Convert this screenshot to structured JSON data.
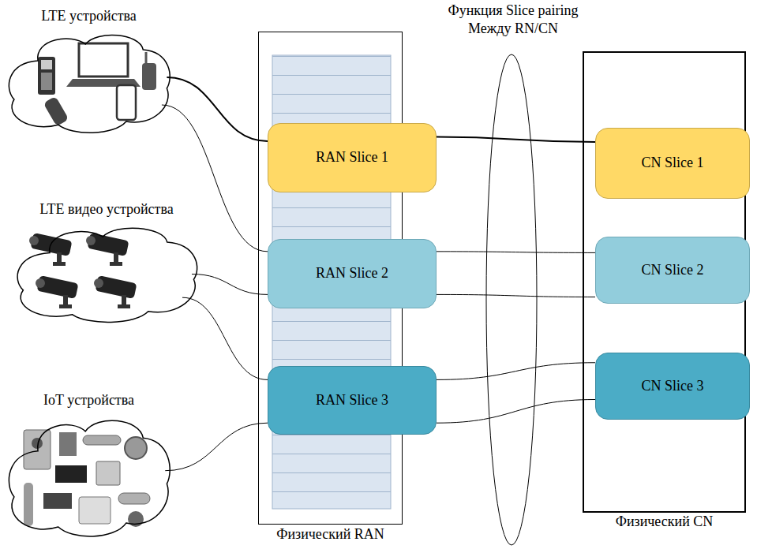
{
  "diagram": {
    "nodes": [
      {
        "text": [
          "LTE устройства"
        ]
      },
      {
        "text": [
          "LTE видео устройства"
        ]
      },
      {
        "text": [
          "IoT устройства"
        ]
      },
      {
        "text": [
          "Физический RAN"
        ]
      },
      {
        "text": [
          "RAN Slice 1"
        ],
        "in": 3
      },
      {
        "text": [
          "RAN Slice 2"
        ],
        "in": 3
      },
      {
        "text": [
          "RAN Slice 3"
        ],
        "in": 3
      },
      {
        "text": [
          "Физический CN"
        ]
      },
      {
        "text": [
          "CN Slice 1"
        ],
        "in": 7
      },
      {
        "text": [
          "CN Slice 2"
        ],
        "in": 7
      },
      {
        "text": [
          "CN Slice 3"
        ],
        "in": 7
      }
    ],
    "edges": [
      {
        "from": 0,
        "to": 4,
        "arrow": "none"
      },
      {
        "from": 4,
        "to": 8,
        "arrow": "none"
      },
      {
        "from": 0,
        "to": 5,
        "arrow": "none"
      },
      {
        "from": 5,
        "to": 9,
        "arrow": "none"
      },
      {
        "from": 1,
        "to": 5,
        "arrow": "none"
      },
      {
        "from": 5,
        "to": 9,
        "arrow": "none"
      },
      {
        "from": 1,
        "to": 6,
        "arrow": "none"
      },
      {
        "from": 6,
        "to": 10,
        "arrow": "none"
      },
      {
        "from": 2,
        "to": 6,
        "arrow": "none"
      },
      {
        "from": 6,
        "to": 10,
        "arrow": "none"
      }
    ],
    "labels": [
      "Функция Slice pairing Между RN/CN"
    ]
  }
}
